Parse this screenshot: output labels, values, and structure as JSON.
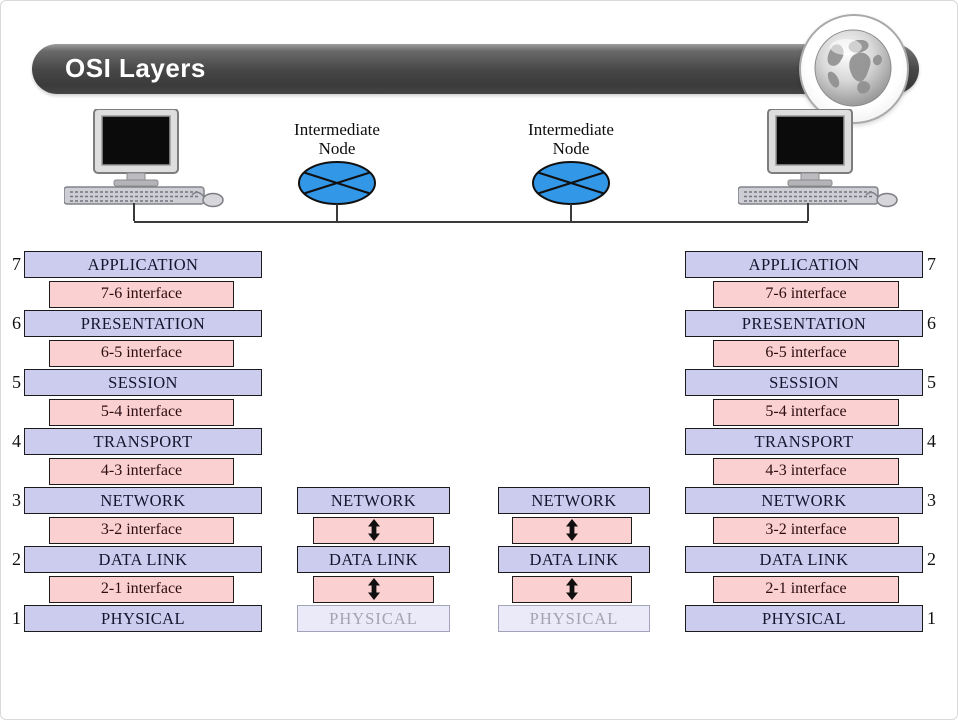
{
  "title": "OSI Layers",
  "intermediate_node": {
    "line1": "Intermediate",
    "line2": "Node"
  },
  "host_stack": {
    "rows": [
      {
        "kind": "layer",
        "label": "APPLICATION",
        "num": "7"
      },
      {
        "kind": "iface",
        "label": "7-6 interface"
      },
      {
        "kind": "layer",
        "label": "PRESENTATION",
        "num": "6"
      },
      {
        "kind": "iface",
        "label": "6-5 interface"
      },
      {
        "kind": "layer",
        "label": "SESSION",
        "num": "5"
      },
      {
        "kind": "iface",
        "label": "5-4 interface"
      },
      {
        "kind": "layer",
        "label": "TRANSPORT",
        "num": "4"
      },
      {
        "kind": "iface",
        "label": "4-3 interface"
      },
      {
        "kind": "layer",
        "label": "NETWORK",
        "num": "3"
      },
      {
        "kind": "iface",
        "label": "3-2 interface"
      },
      {
        "kind": "layer",
        "label": "DATA LINK",
        "num": "2"
      },
      {
        "kind": "iface",
        "label": "2-1 interface"
      },
      {
        "kind": "layer",
        "label": "PHYSICAL",
        "num": "1"
      }
    ]
  },
  "node_stack": {
    "rows": [
      {
        "kind": "layer",
        "label": "NETWORK"
      },
      {
        "kind": "arrow",
        "icon": "double-vertical-arrow-icon"
      },
      {
        "kind": "layer",
        "label": "DATA LINK"
      },
      {
        "kind": "arrow",
        "icon": "double-vertical-arrow-icon"
      },
      {
        "kind": "layer_faded",
        "label": "PHYSICAL"
      }
    ]
  },
  "icons": {
    "globe": "globe-icon",
    "source_computer": "computer-icon",
    "destination_computer": "computer-icon",
    "intermediate_node": "router-node-icon"
  },
  "colors": {
    "layer-fill": "#ccccee",
    "layer-border": "#1b1b1b",
    "layer-text": "#15152e",
    "interface-fill": "#fbd0d0",
    "interface-text": "#2b0d12",
    "faded-fill": "#eaeaf8",
    "faded-border": "#a2a2b8",
    "faded-text": "#a3a3b2",
    "node-fill": "#3397e8",
    "titlebar-dark": "#474747",
    "titlebar-light": "#9e9e9e",
    "title-text": "#ffffff",
    "line": "#3a3a3a"
  }
}
